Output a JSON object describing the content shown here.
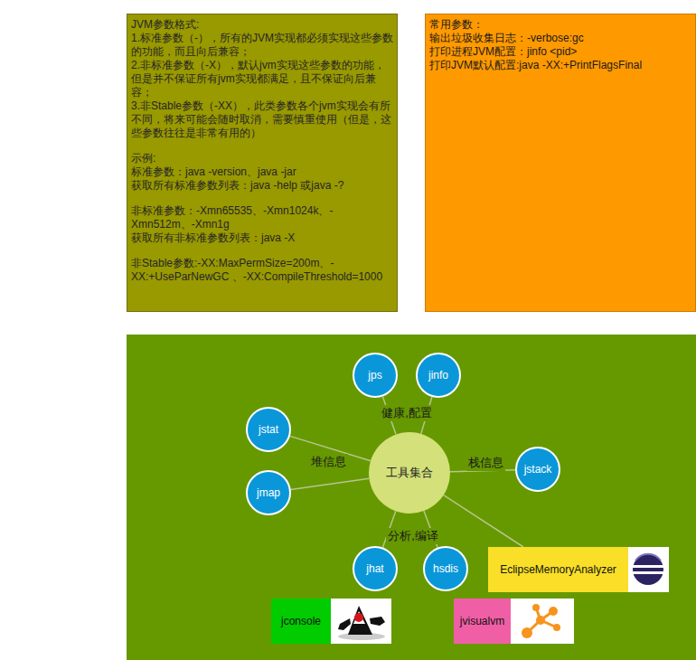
{
  "diagram": {
    "nodes": [
      {
        "text": [
          "JVM参数格式:",
          "1.标准参数（-），所有的JVM实现都必须实现这些参数的功能，而且向后兼容；",
          "2.非标准参数（-X），默认jvm实现这些参数的功能，但是并不保证所有jvm实现都满足，且不保证向后兼容；",
          "3.非Stable参数（-XX），此类参数各个jvm实现会有所不同，将来可能会随时取消，需要慎重使用（但是，这些参数往往是非常有用的）",
          "示例:",
          "标准参数：java -version、java -jar",
          "获取所有标准参数列表：java -help 或java -?",
          "非标准参数：-Xmn65535、-Xmn1024k、-Xmn512m、-Xmn1g",
          "获取所有非标准参数列表：java -X",
          "非Stable参数:-XX:MaxPermSize=200m、-XX:+UseParNewGC 、-XX:CompileThreshold=1000"
        ]
      },
      {
        "text": [
          "常用参数：",
          "输出垃圾收集日志：-verbose:gc",
          "打印进程JVM配置：jinfo <pid>",
          "打印JVM默认配置:java -XX:+PrintFlagsFinal"
        ]
      },
      {
        "text": [
          "工具集合"
        ]
      },
      {
        "text": [
          "jps"
        ]
      },
      {
        "text": [
          "jinfo"
        ]
      },
      {
        "text": [
          "jstat"
        ]
      },
      {
        "text": [
          "jmap"
        ]
      },
      {
        "text": [
          "jstack"
        ]
      },
      {
        "text": [
          "jhat"
        ]
      },
      {
        "text": [
          "hsdis"
        ]
      },
      {
        "text": [
          "EclipseMemoryAnalyzer"
        ]
      },
      {
        "text": [
          "jconsole"
        ]
      },
      {
        "text": [
          "jvisualvm"
        ]
      }
    ],
    "edges": [
      {
        "from": 2,
        "to": 3,
        "arrow": "none"
      },
      {
        "from": 2,
        "to": 4,
        "arrow": "none"
      },
      {
        "from": 2,
        "to": 5,
        "arrow": "none"
      },
      {
        "from": 2,
        "to": 6,
        "arrow": "none"
      },
      {
        "from": 2,
        "to": 7,
        "arrow": "none"
      },
      {
        "from": 2,
        "to": 8,
        "arrow": "none"
      },
      {
        "from": 2,
        "to": 9,
        "arrow": "none"
      },
      {
        "from": 2,
        "to": 10,
        "arrow": "none"
      }
    ],
    "labels": [
      "健康,配置",
      "堆信息",
      "栈信息",
      "分析,编译"
    ]
  }
}
